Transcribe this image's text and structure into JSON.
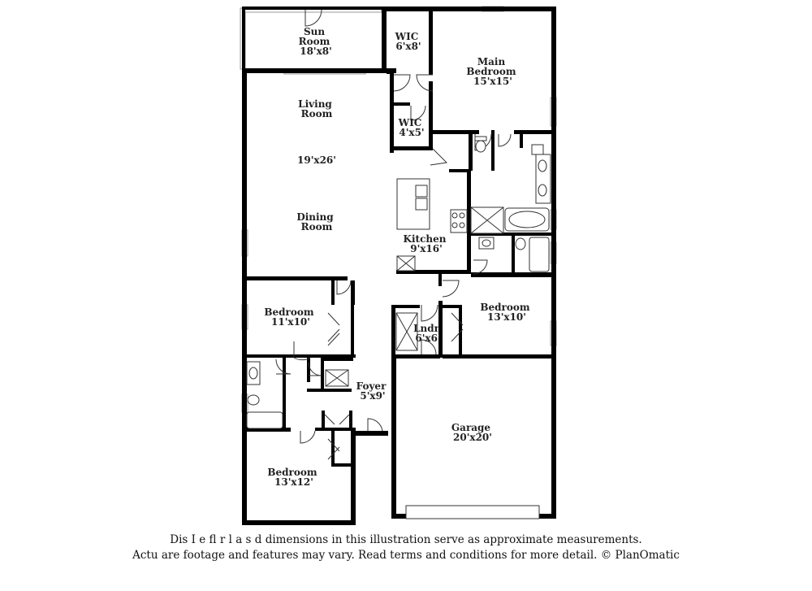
{
  "rooms": {
    "sun_room": {
      "name_lines": [
        "Sun",
        "Room"
      ],
      "dims": "18'x8'"
    },
    "wic_1": {
      "name_lines": [
        "WIC"
      ],
      "dims": "6'x8'"
    },
    "main_bedroom": {
      "name_lines": [
        "Main",
        "Bedroom"
      ],
      "dims": "15'x15'"
    },
    "living_room": {
      "name_lines": [
        "Living",
        "Room"
      ],
      "dims": ""
    },
    "wic_2": {
      "name_lines": [
        "WIC"
      ],
      "dims": "4'x5'"
    },
    "living_dining_dims": {
      "name_lines": [],
      "dims": "19'x26'"
    },
    "dining_room": {
      "name_lines": [
        "Dining",
        "Room"
      ],
      "dims": ""
    },
    "kitchen": {
      "name_lines": [
        "Kitchen"
      ],
      "dims": "9'x16'"
    },
    "bedroom_1": {
      "name_lines": [
        "Bedroom"
      ],
      "dims": "11'x10'"
    },
    "bedroom_2": {
      "name_lines": [
        "Bedroom"
      ],
      "dims": "13'x10'"
    },
    "laundry": {
      "name_lines": [
        "Lndr"
      ],
      "dims": "6'x6'"
    },
    "foyer": {
      "name_lines": [
        "Foyer"
      ],
      "dims": "5'x9'"
    },
    "garage": {
      "name_lines": [
        "Garage"
      ],
      "dims": "20'x20'"
    },
    "bedroom_3": {
      "name_lines": [
        "Bedroom"
      ],
      "dims": "13'x12'"
    }
  },
  "disclaimer": {
    "line1": "Dis    I  e fl  r  l  a     s    d dimensions in this illustration serve as approximate measurements.",
    "line2": "Actu    are footage and features may vary. Read terms and conditions for more detail. © PlanOmatic"
  }
}
